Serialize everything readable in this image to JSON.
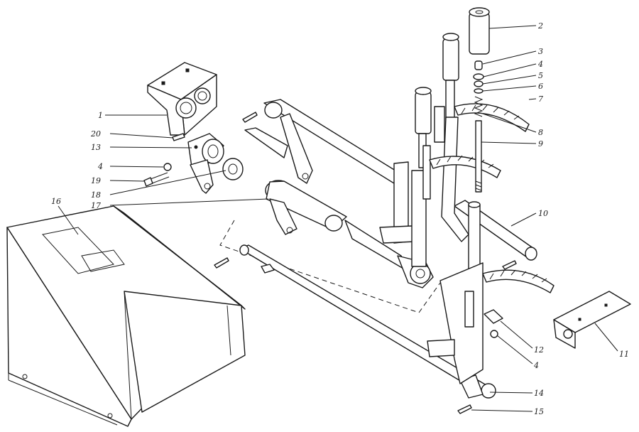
{
  "callouts": {
    "c1": "1",
    "c2": "2",
    "c3": "3",
    "c4a": "4",
    "c5": "5",
    "c6": "6",
    "c7": "7",
    "c8": "8",
    "c9": "9",
    "c10": "10",
    "c11": "11",
    "c12": "12",
    "c13": "13",
    "c14": "14",
    "c15": "15",
    "c16": "16",
    "c17": "17",
    "c18": "18",
    "c19": "19",
    "c20": "20",
    "c4b": "4",
    "c4c": "4"
  }
}
